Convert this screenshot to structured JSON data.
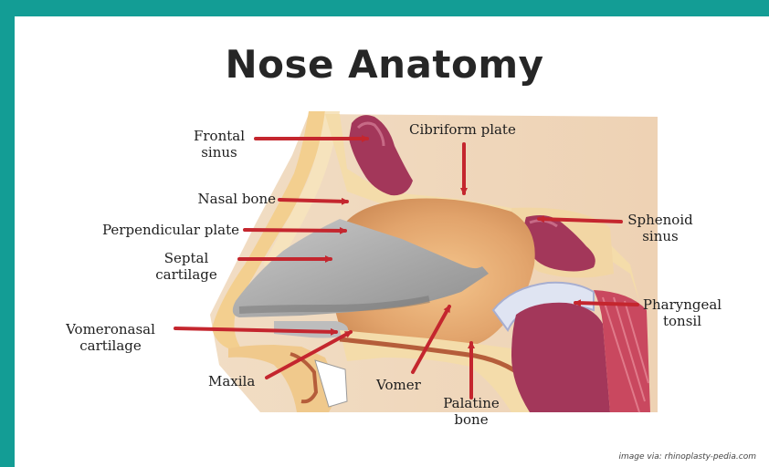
{
  "title": "Nose Anatomy",
  "labels": {
    "frontal_sinus": "Frontal\nsinus",
    "cribriform_plate": "Cibriform plate",
    "nasal_bone": "Nasal bone",
    "perpendicular_plate": "Perpendicular plate",
    "septal_cartilage": "Septal\ncartilage",
    "sphenoid_sinus": "Sphenoid\nsinus",
    "pharyngeal_tonsil": "Pharyngeal\ntonsil",
    "vomeronasal_cartilage": "Vomeronasal\ncartilage",
    "maxila": "Maxila",
    "vomer": "Vomer",
    "palatine_bone": "Palatine\nbone"
  },
  "credit": "image via: rhinoplasty-pedia.com",
  "colors": {
    "frame": "#139d95",
    "arrow": "#c4262e",
    "bone": "#f0cf9a",
    "septum": "#d9955d",
    "sinus": "#a3375a",
    "cartilage": "#a9a9a9"
  }
}
